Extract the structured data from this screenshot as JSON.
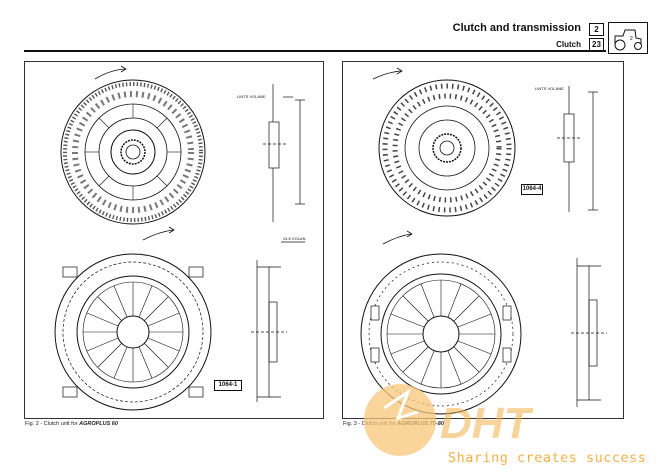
{
  "header": {
    "title": "Clutch and transmission",
    "section": "Clutch",
    "chapter_number": "2",
    "page_number": "23"
  },
  "figures": [
    {
      "caption_prefix": "Fig. 2 - Clutch unit for ",
      "caption_model": "AGROPLUS 60",
      "part_label": "1064-1"
    },
    {
      "caption_prefix": "Fig. 3 - Clutch unit for ",
      "caption_model": "AGROPLUS 70-80",
      "part_label": "1064-4"
    }
  ],
  "watermark": {
    "logo_text": "DHT",
    "slogan": "Sharing creates success",
    "color": "#f2b24a"
  },
  "icons": [
    "tractor-icon",
    "clutch-disc-drawing",
    "pressure-plate-drawing",
    "clutch-side-view-drawing",
    "dht-logo-icon"
  ]
}
